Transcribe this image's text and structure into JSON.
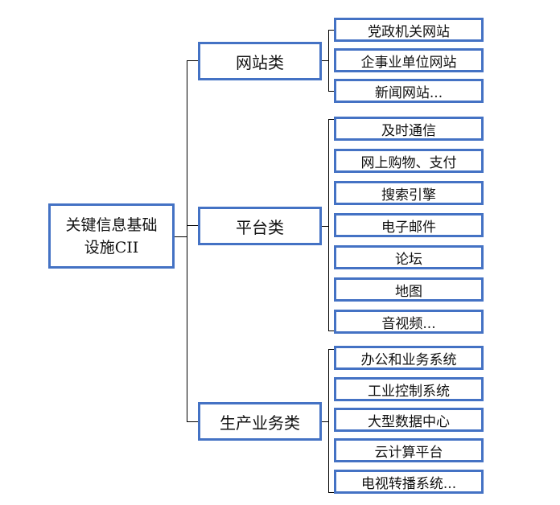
{
  "root": {
    "line1": "关键信息基础",
    "line2": "设施CII"
  },
  "categories": [
    {
      "label": "网站类",
      "items": [
        "党政机关网站",
        "企事业单位网站",
        "新闻网站..."
      ]
    },
    {
      "label": "平台类",
      "items": [
        "及时通信",
        "网上购物、支付",
        "搜索引擎",
        "电子邮件",
        "论坛",
        "地图",
        "音视频..."
      ]
    },
    {
      "label": "生产业务类",
      "items": [
        "办公和业务系统",
        "工业控制系统",
        "大型数据中心",
        "云计算平台",
        "电视转播系统..."
      ]
    }
  ],
  "colors": {
    "box_border": "#4472c4",
    "connector": "#000000",
    "text": "#111111"
  }
}
